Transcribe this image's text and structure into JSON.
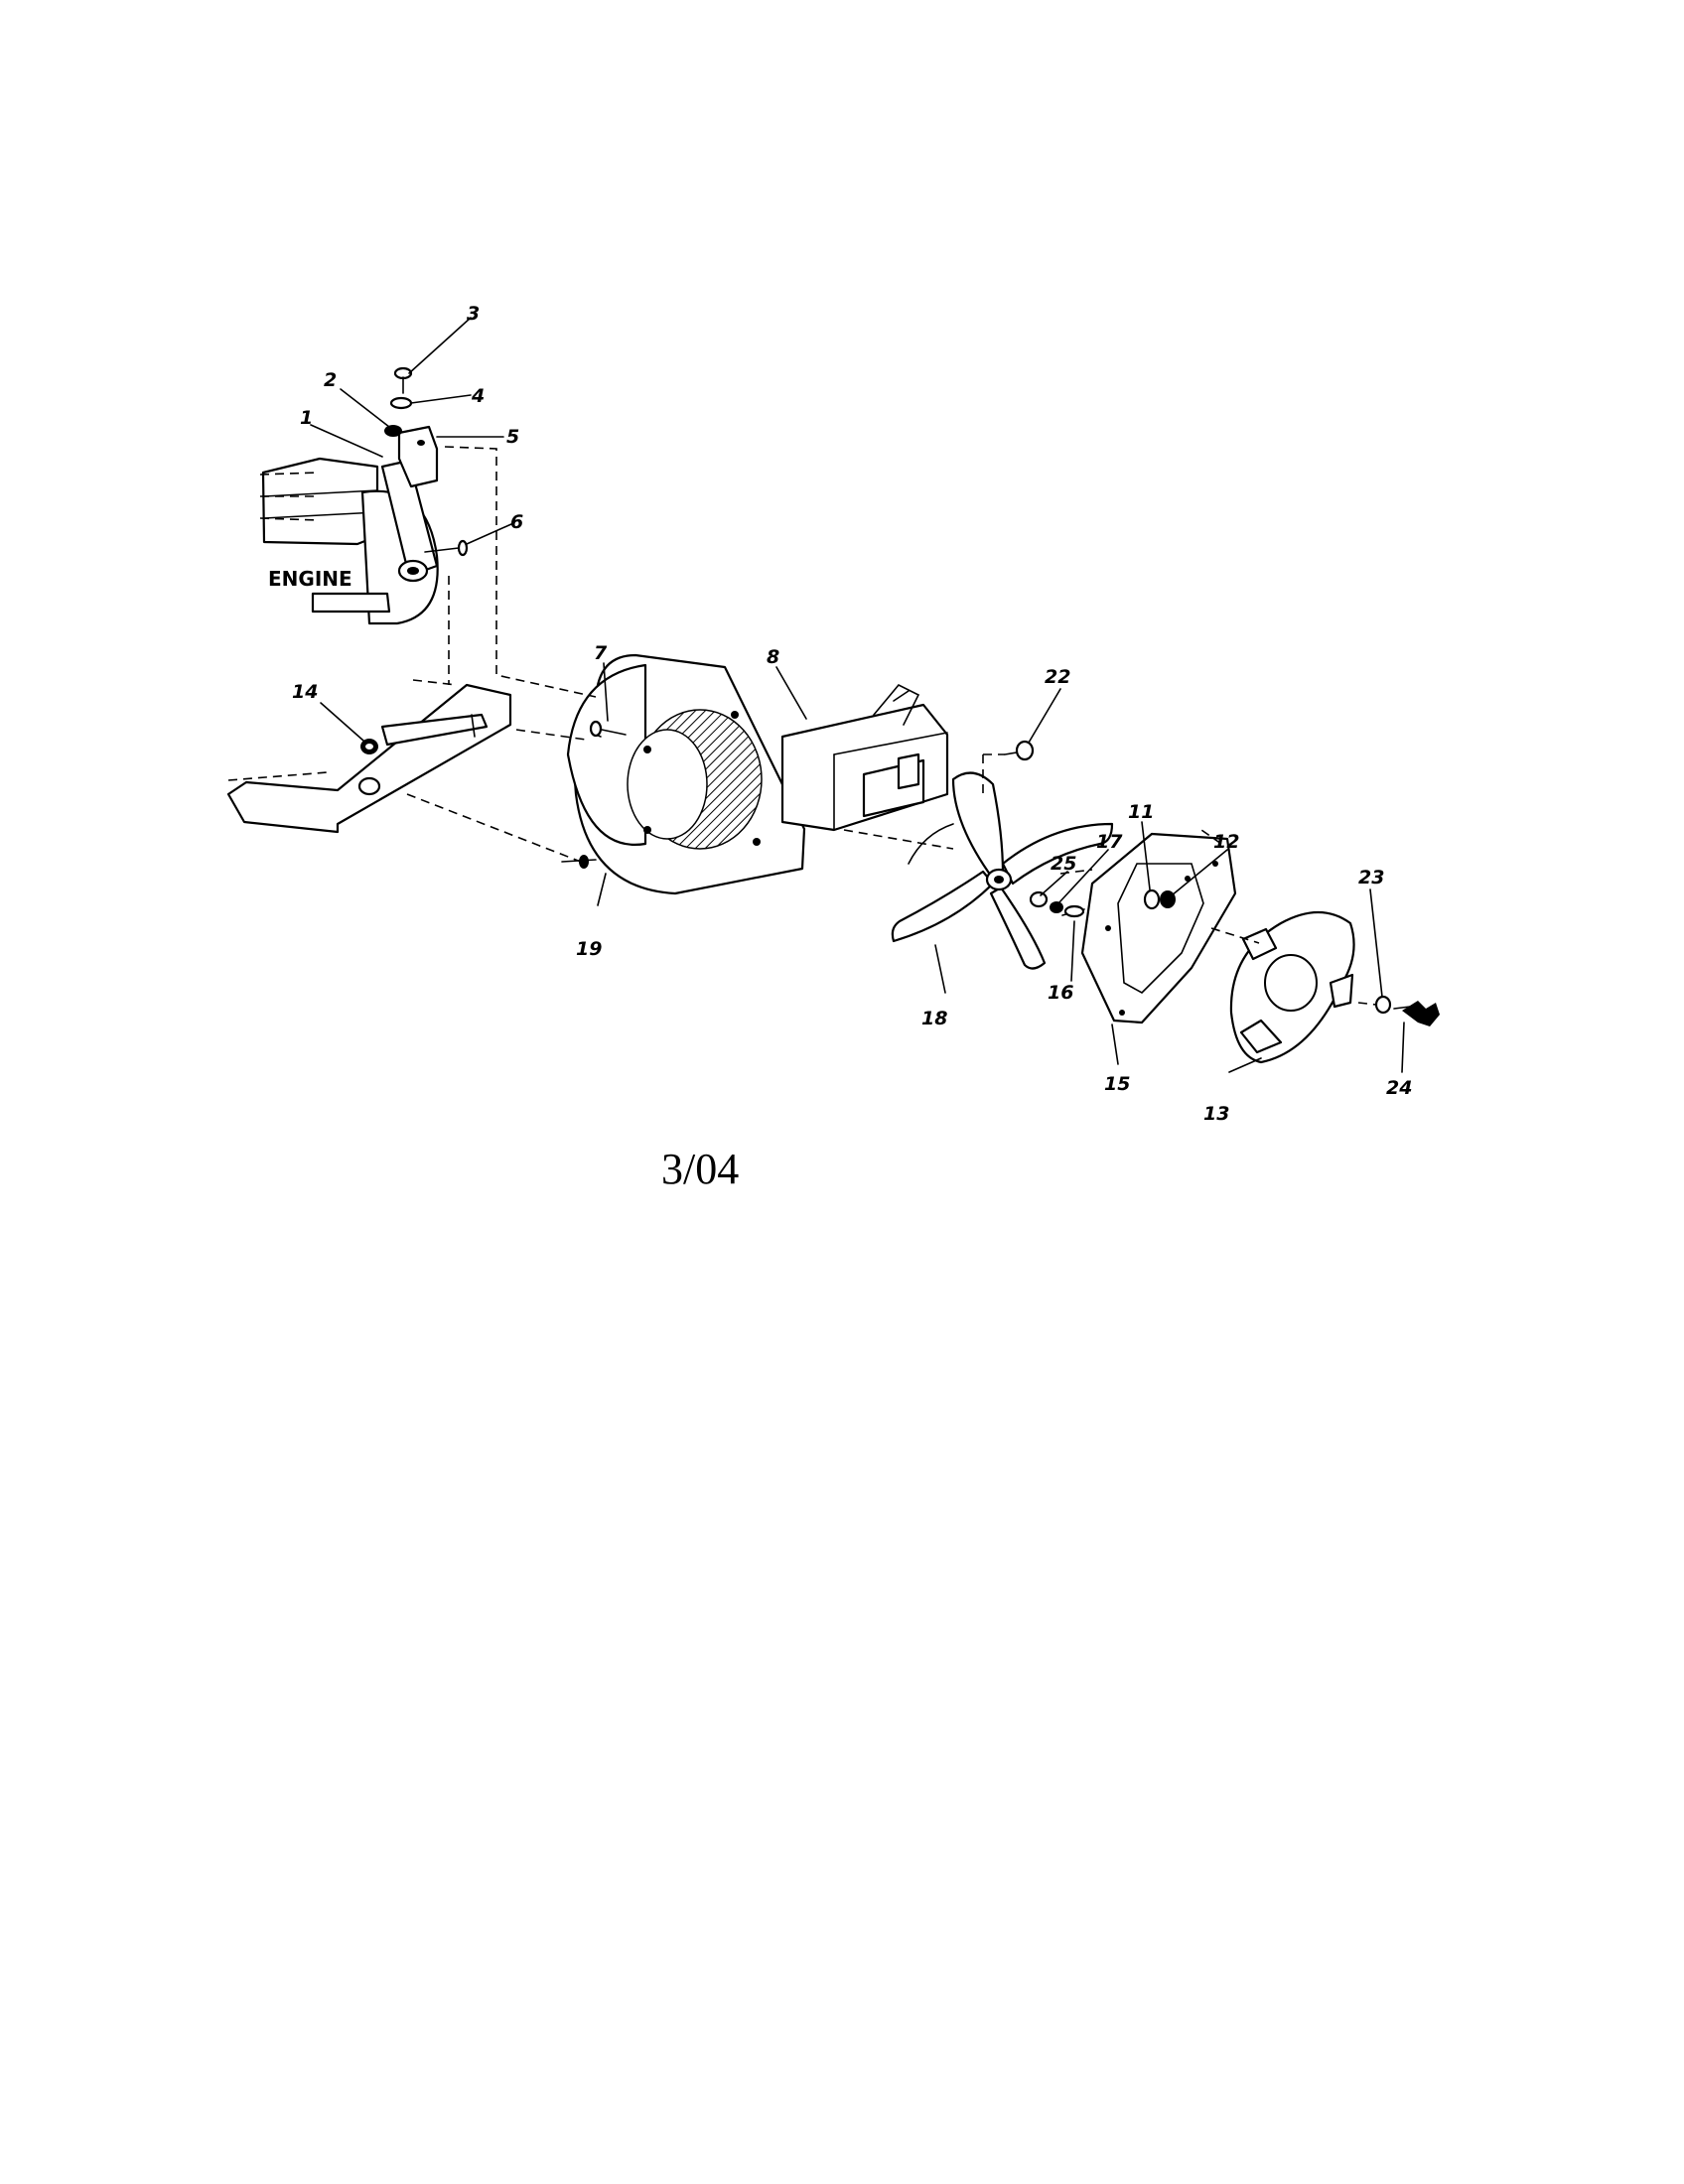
{
  "diagram": {
    "engine_label": "ENGINE",
    "revision": "3/04",
    "callouts": [
      "1",
      "2",
      "3",
      "4",
      "5",
      "6",
      "7",
      "8",
      "11",
      "12",
      "13",
      "14",
      "15",
      "16",
      "17",
      "18",
      "19",
      "22",
      "23",
      "24",
      "25"
    ]
  }
}
